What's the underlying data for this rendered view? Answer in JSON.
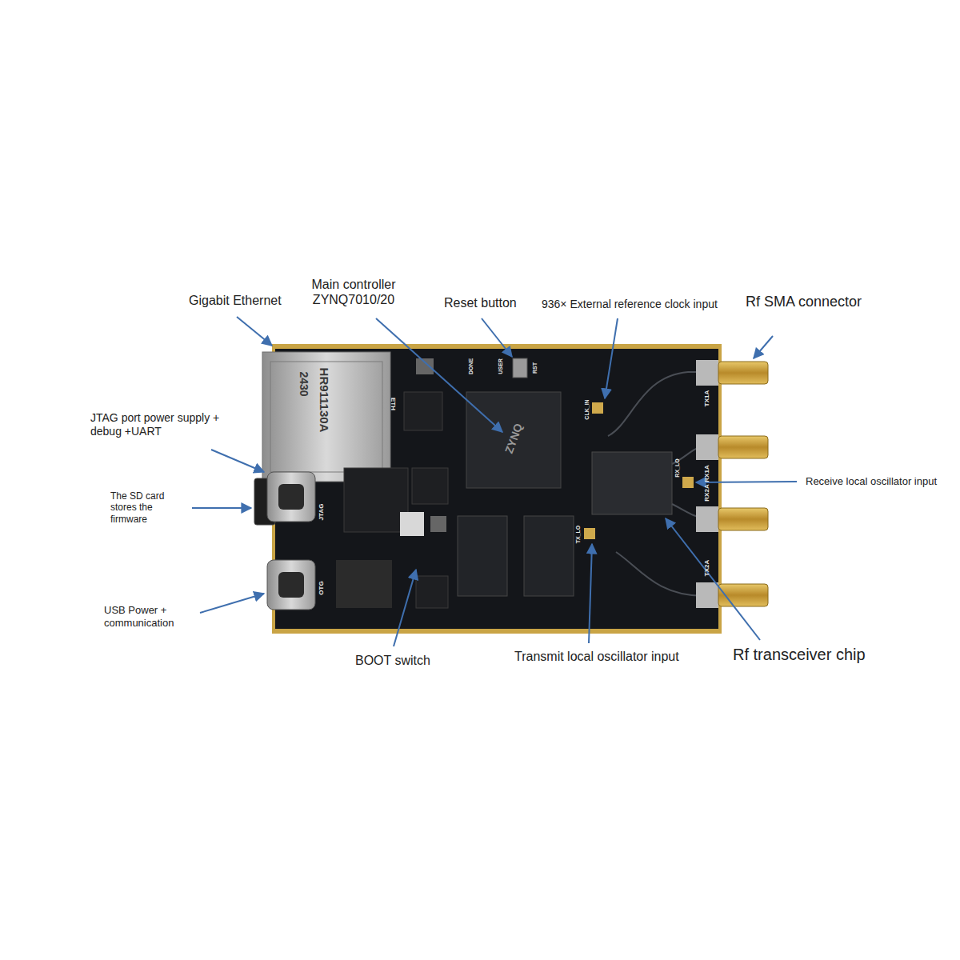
{
  "diagram": {
    "labels": [
      "Gigabit Ethernet",
      "Main controller ZYNQ7010/20",
      "Reset button",
      "936× External reference clock input",
      "Rf SMA connector",
      "JTAG port power supply + debug +UART",
      "The SD card stores the firmware",
      "Receive local oscillator input",
      "USB Power + communication",
      "BOOT switch",
      "Transmit local oscillator input",
      "Rf transceiver chip",
      "HR911130A",
      "2430",
      "ETH",
      "ZYNQ",
      "TX1A",
      "RX1A",
      "RX2A",
      "TX2A",
      "CLK_IN",
      "RX_LO",
      "TX_LO",
      "JTAG",
      "OTG",
      "RST",
      "USER",
      "DONE"
    ]
  }
}
